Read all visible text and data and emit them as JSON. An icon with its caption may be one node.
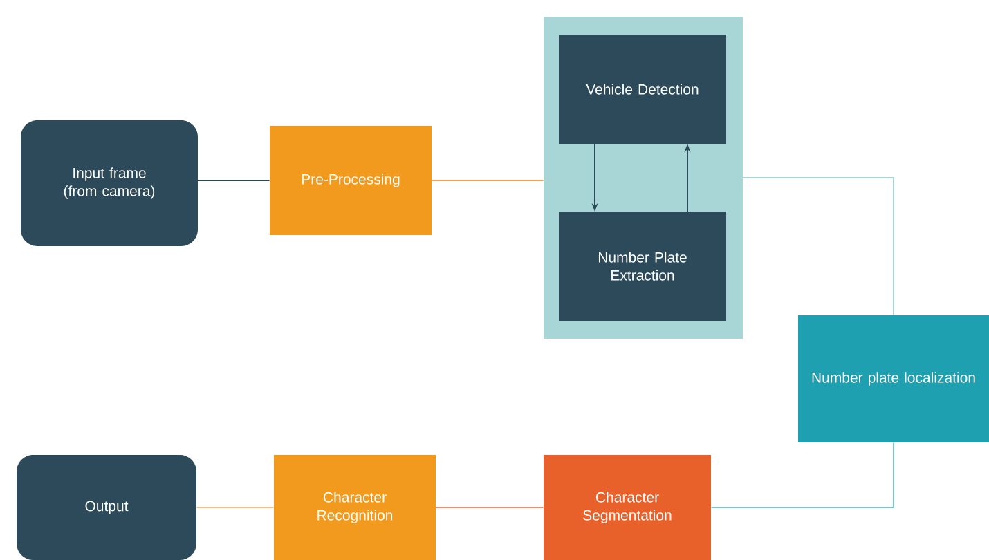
{
  "diagram": {
    "nodes": [
      {
        "text": [
          "Input frame (from camera)"
        ]
      },
      {
        "text": [
          "Pre-Processing"
        ]
      },
      {
        "text": [],
        "shape": "box"
      },
      {
        "text": [
          "Vehicle Detection"
        ],
        "in": 2
      },
      {
        "text": [
          "Number Plate Extraction"
        ],
        "in": 2
      },
      {
        "text": [
          "Number plate localization"
        ]
      },
      {
        "text": [
          "Output"
        ]
      },
      {
        "text": [
          "Character Recognition"
        ]
      },
      {
        "text": [
          "Character Segmentation"
        ]
      }
    ],
    "edges": [
      {
        "from": 0,
        "to": 1,
        "arrow": "none",
        "color": "#2d4a5a"
      },
      {
        "from": 1,
        "to": 2,
        "arrow": "none",
        "color": "#f0a050"
      },
      {
        "from": 3,
        "to": 4,
        "arrow": "to"
      },
      {
        "from": 4,
        "to": 3,
        "arrow": "to"
      },
      {
        "from": 2,
        "to": 5,
        "arrow": "none",
        "color": "#a8d5d5"
      },
      {
        "from": 5,
        "to": 8,
        "arrow": "none",
        "color": "#7fc4c8"
      },
      {
        "from": 8,
        "to": 7,
        "arrow": "none",
        "color": "#ee8f70"
      },
      {
        "from": 7,
        "to": 6,
        "arrow": "none",
        "color": "#f2c080"
      }
    ]
  }
}
